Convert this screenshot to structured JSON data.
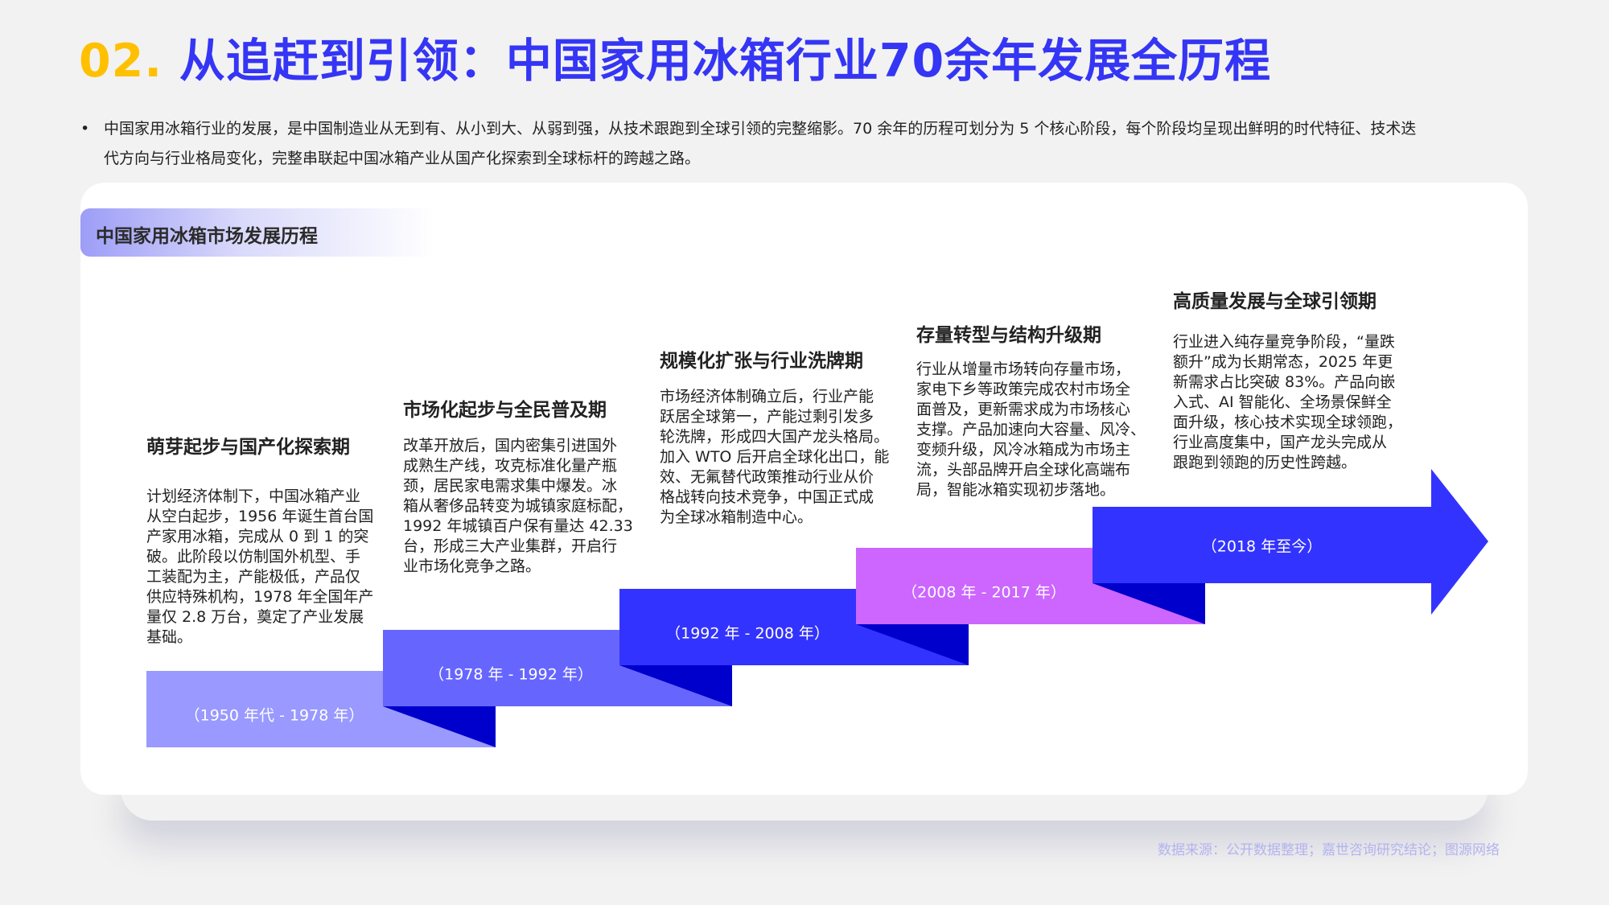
{
  "header": {
    "number": "02.",
    "title": "从追赶到引领：中国家用冰箱行业70余年发展全历程"
  },
  "intro": {
    "lines": [
      "中国家用冰箱行业的发展，是中国制造业从无到有、从小到大、从弱到强，从技术跟跑到全球引领的完整缩影。70 余年的历程可划分为 5 个核心阶段，每个阶段均呈现出鲜明的时代特征、技术迭",
      "代方向与行业格局变化，完整串联起中国冰箱产业从国产化探索到全球标杆的跨越之路。"
    ]
  },
  "card": {
    "title": "中国家用冰箱市场发展历程"
  },
  "colors": {
    "accent_yellow": "#ffc000",
    "title_blue": "#3535f5",
    "stage1": "#9999ff",
    "stage2": "#6666ff",
    "stage3": "#3333ff",
    "stage4": "#cc66ff",
    "stage5": "#3333ff",
    "fold": "#0000cc"
  },
  "stages": [
    {
      "period": "（1950 年代 - 1978 年）",
      "title": "萌芽起步与国产化探索期",
      "lines": [
        "计划经济体制下，中国冰箱产业",
        "从空白起步，1956 年诞生首台国",
        "产家用冰箱，完成从 0 到 1 的突",
        "破。此阶段以仿制国外机型、手",
        "工装配为主，产能极低，产品仅",
        "供应特殊机构，1978 年全国年产",
        "量仅 2.8 万台，奠定了产业发展",
        "基础。"
      ]
    },
    {
      "period": "（1978 年 - 1992 年）",
      "title": "市场化起步与全民普及期",
      "lines": [
        "改革开放后，国内密集引进国外",
        "成熟生产线，攻克标准化量产瓶",
        "颈，居民家电需求集中爆发。冰",
        "箱从奢侈品转变为城镇家庭标配，",
        "1992 年城镇百户保有量达 42.33",
        "台，形成三大产业集群，开启行",
        "业市场化竞争之路。"
      ]
    },
    {
      "period": "（1992 年 - 2008 年）",
      "title": "规模化扩张与行业洗牌期",
      "lines": [
        "市场经济体制确立后，行业产能",
        "跃居全球第一，产能过剩引发多",
        "轮洗牌，形成四大国产龙头格局。",
        "加入 WTO 后开启全球化出口，能",
        "效、无氟替代政策推动行业从价",
        "格战转向技术竞争，中国正式成",
        "为全球冰箱制造中心。"
      ]
    },
    {
      "period": "（2008 年 - 2017 年）",
      "title": "存量转型与结构升级期",
      "lines": [
        "行业从增量市场转向存量市场，",
        "家电下乡等政策完成农村市场全",
        "面普及，更新需求成为市场核心",
        "支撑。产品加速向大容量、风冷、",
        "变频升级，风冷冰箱成为市场主",
        "流，头部品牌开启全球化高端布",
        "局，智能冰箱实现初步落地。"
      ]
    },
    {
      "period": "（2018 年至今）",
      "title": "高质量发展与全球引领期",
      "lines": [
        "行业进入纯存量竞争阶段，“量跌",
        "额升”成为长期常态，2025 年更",
        "新需求占比突破 83%。产品向嵌",
        "入式、AI 智能化、全场景保鲜全",
        "面升级，核心技术实现全球领跑，",
        "行业高度集中，国产龙头完成从",
        "跟跑到领跑的历史性跨越。"
      ]
    }
  ],
  "footer": {
    "source": "数据来源：公开数据整理；嘉世咨询研究结论；图源网络"
  }
}
